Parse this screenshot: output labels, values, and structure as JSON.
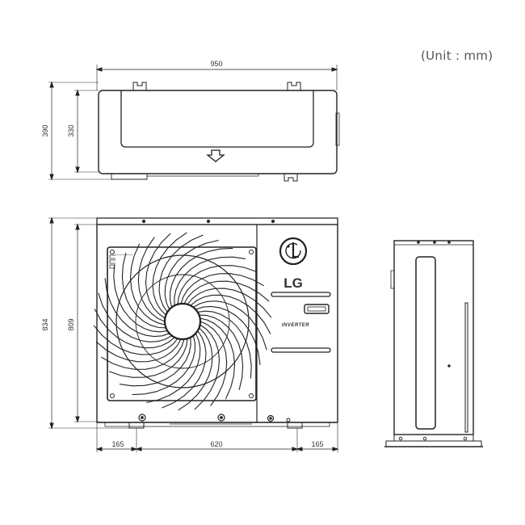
{
  "unit_note": "(Unit : mm)",
  "dimensions": {
    "top_width": "950",
    "top_depth_outer": "390",
    "top_depth_inner": "330",
    "front_height_outer": "834",
    "front_height_inner": "809",
    "bottom_left": "165",
    "bottom_center": "620",
    "bottom_right": "165"
  },
  "logo": {
    "brand_text": "LG",
    "badge_text": "INVERTER"
  },
  "icons": [
    "down-arrow-icon",
    "lg-logo-icon",
    "fan-grille-icon"
  ]
}
